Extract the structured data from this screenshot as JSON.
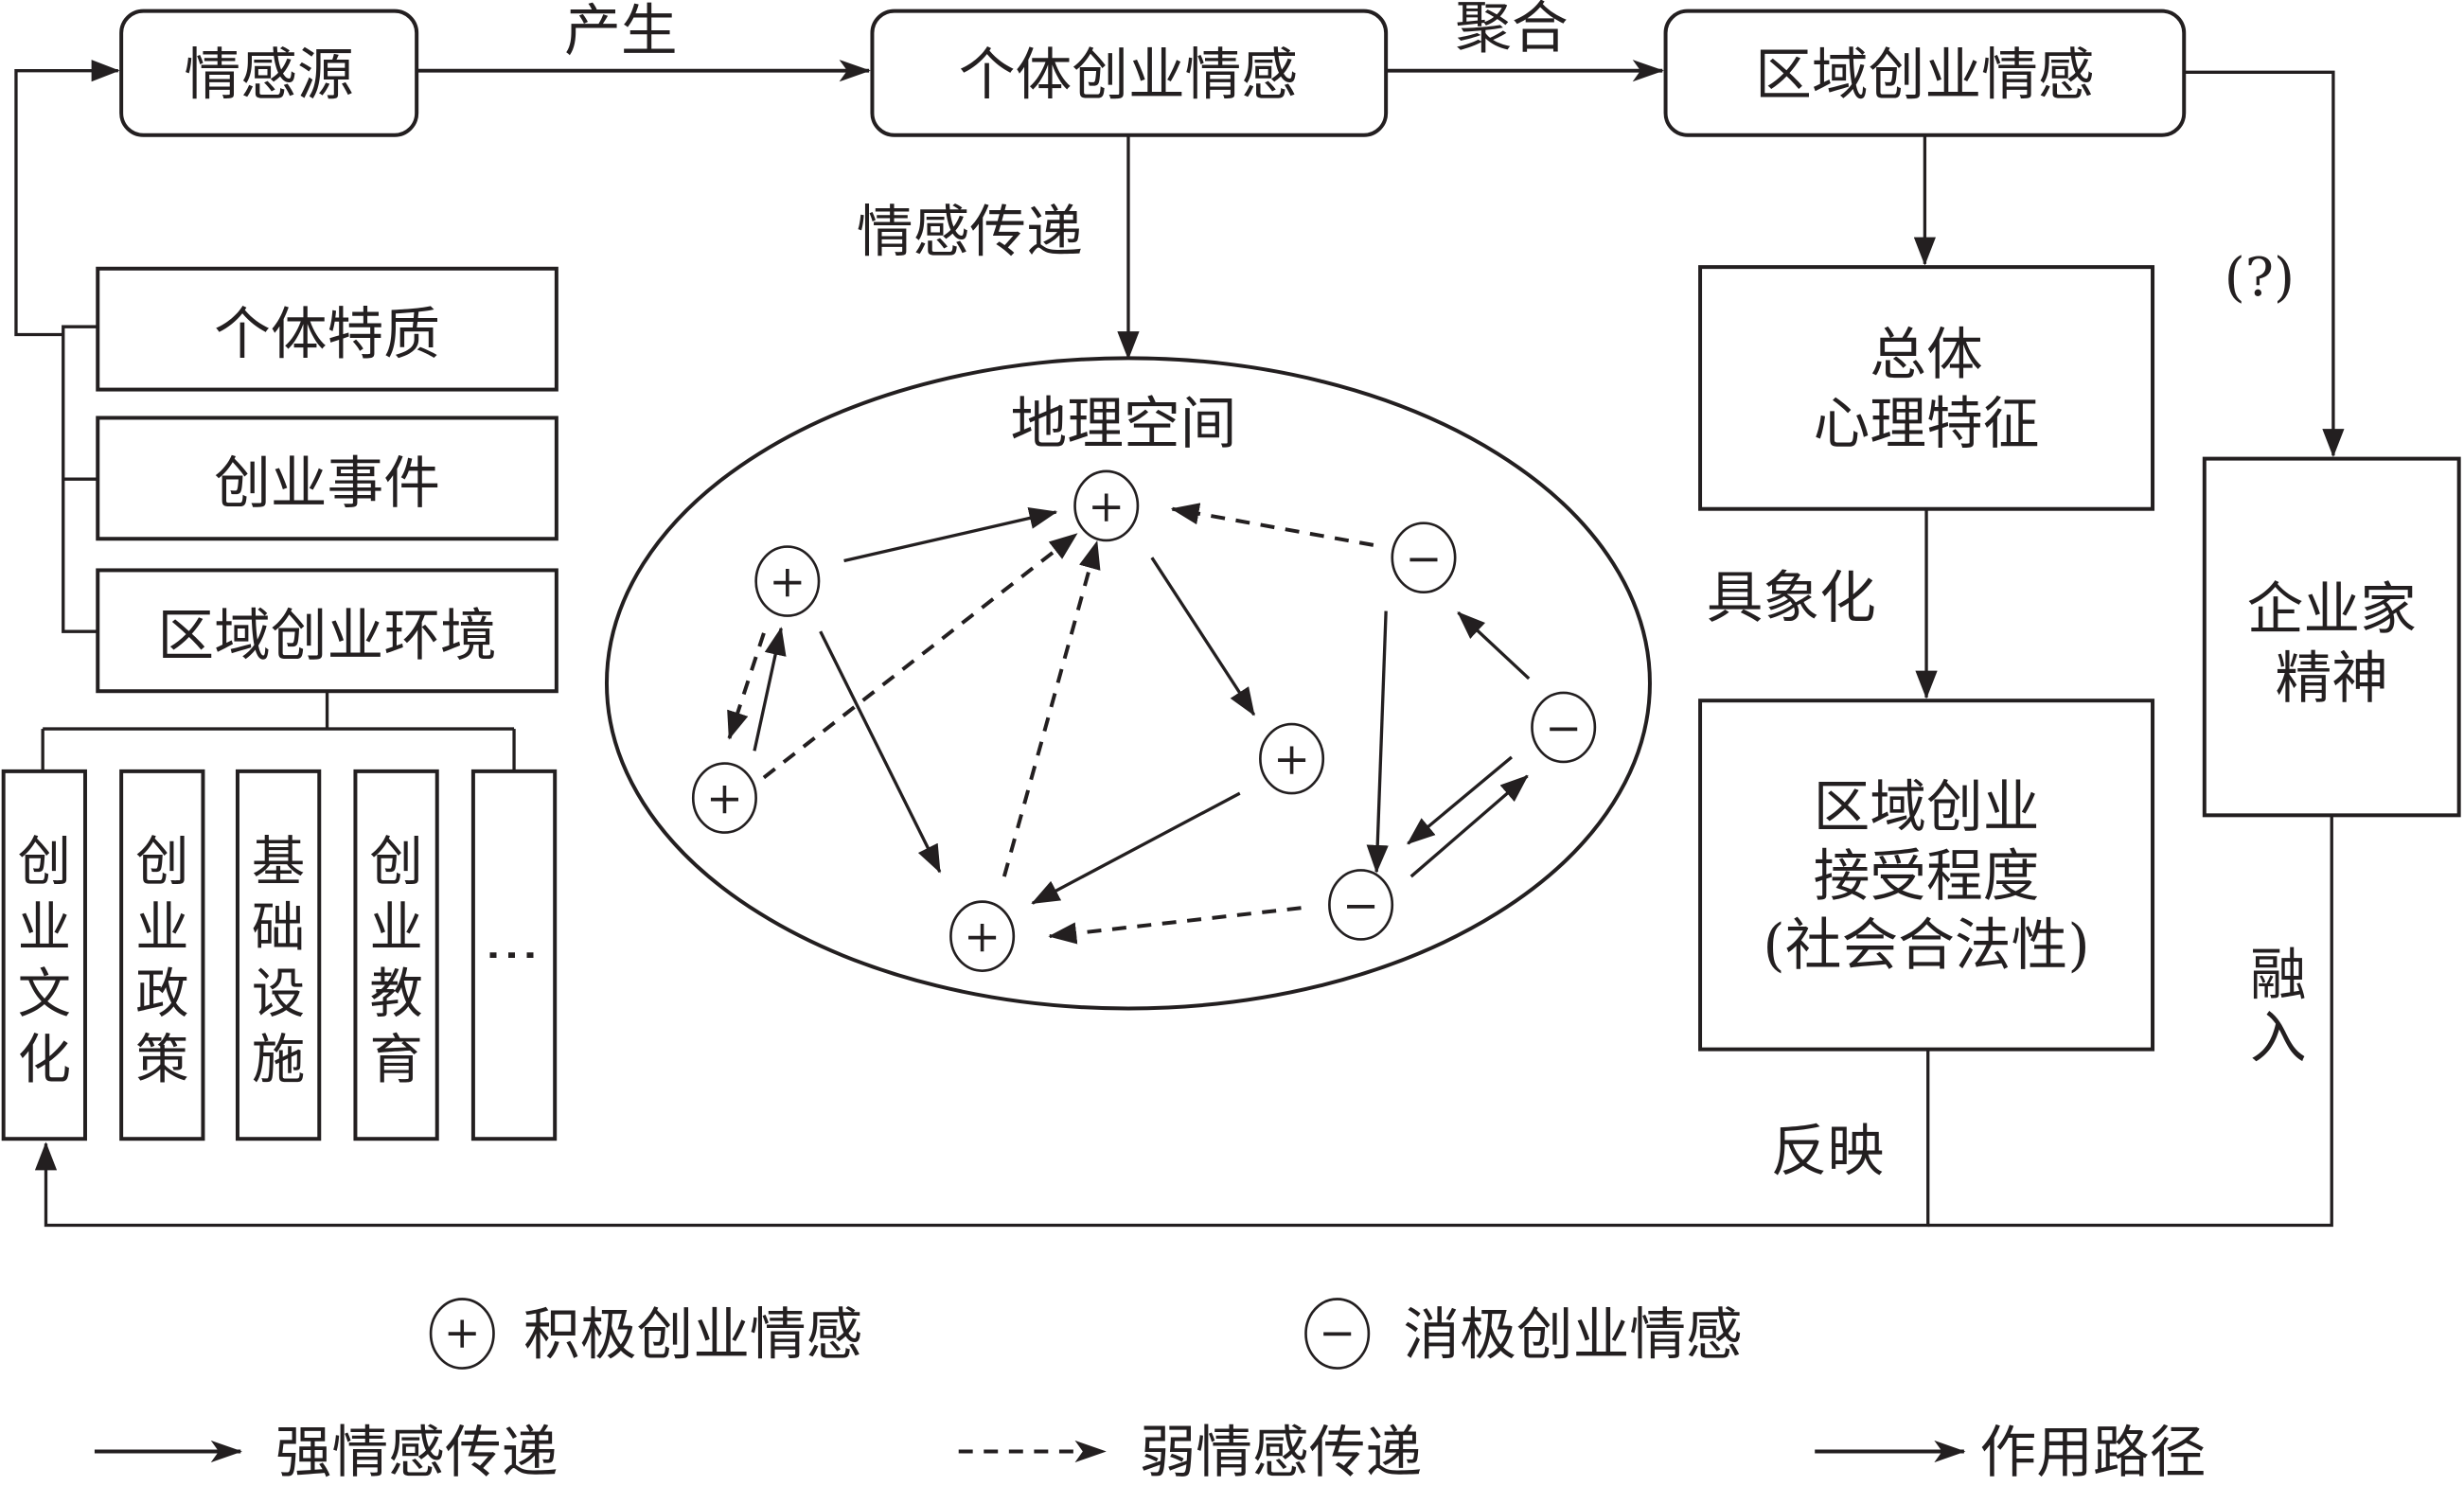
{
  "nodes": {
    "emotion_source": "情感源",
    "individual_emotion": "个体创业情感",
    "regional_emotion": "区域创业情感",
    "overall_psych": [
      "总体",
      "心理特征"
    ],
    "regional_acceptance": [
      "区域创业",
      "接受程度",
      "(社会合法性)"
    ],
    "entrepreneurship_spirit": [
      "企业家",
      "精神"
    ],
    "individual_traits": "个体特质",
    "entrepreneurial_events": "创业事件",
    "regional_environment": "区域创业环境",
    "env_factors": [
      [
        "创",
        "业",
        "文",
        "化"
      ],
      [
        "创",
        "业",
        "政",
        "策"
      ],
      [
        "基",
        "础",
        "设",
        "施"
      ],
      [
        "创",
        "业",
        "教",
        "育"
      ],
      [
        "⋮"
      ]
    ],
    "geo_space": "地理空间"
  },
  "edge_labels": {
    "produce": "产生",
    "aggregate": "聚合",
    "emotion_transfer": "情感传递",
    "question": "(?)",
    "concretize": "具象化",
    "reflect": "反映",
    "integrate": [
      "融",
      "入"
    ]
  },
  "network": {
    "positive_symbol": "+",
    "negative_symbol": "−"
  },
  "legend": {
    "positive": "积极创业情感",
    "negative": "消极创业情感",
    "strong": "强情感传递",
    "weak": "弱情感传递",
    "path": "作用路径"
  }
}
